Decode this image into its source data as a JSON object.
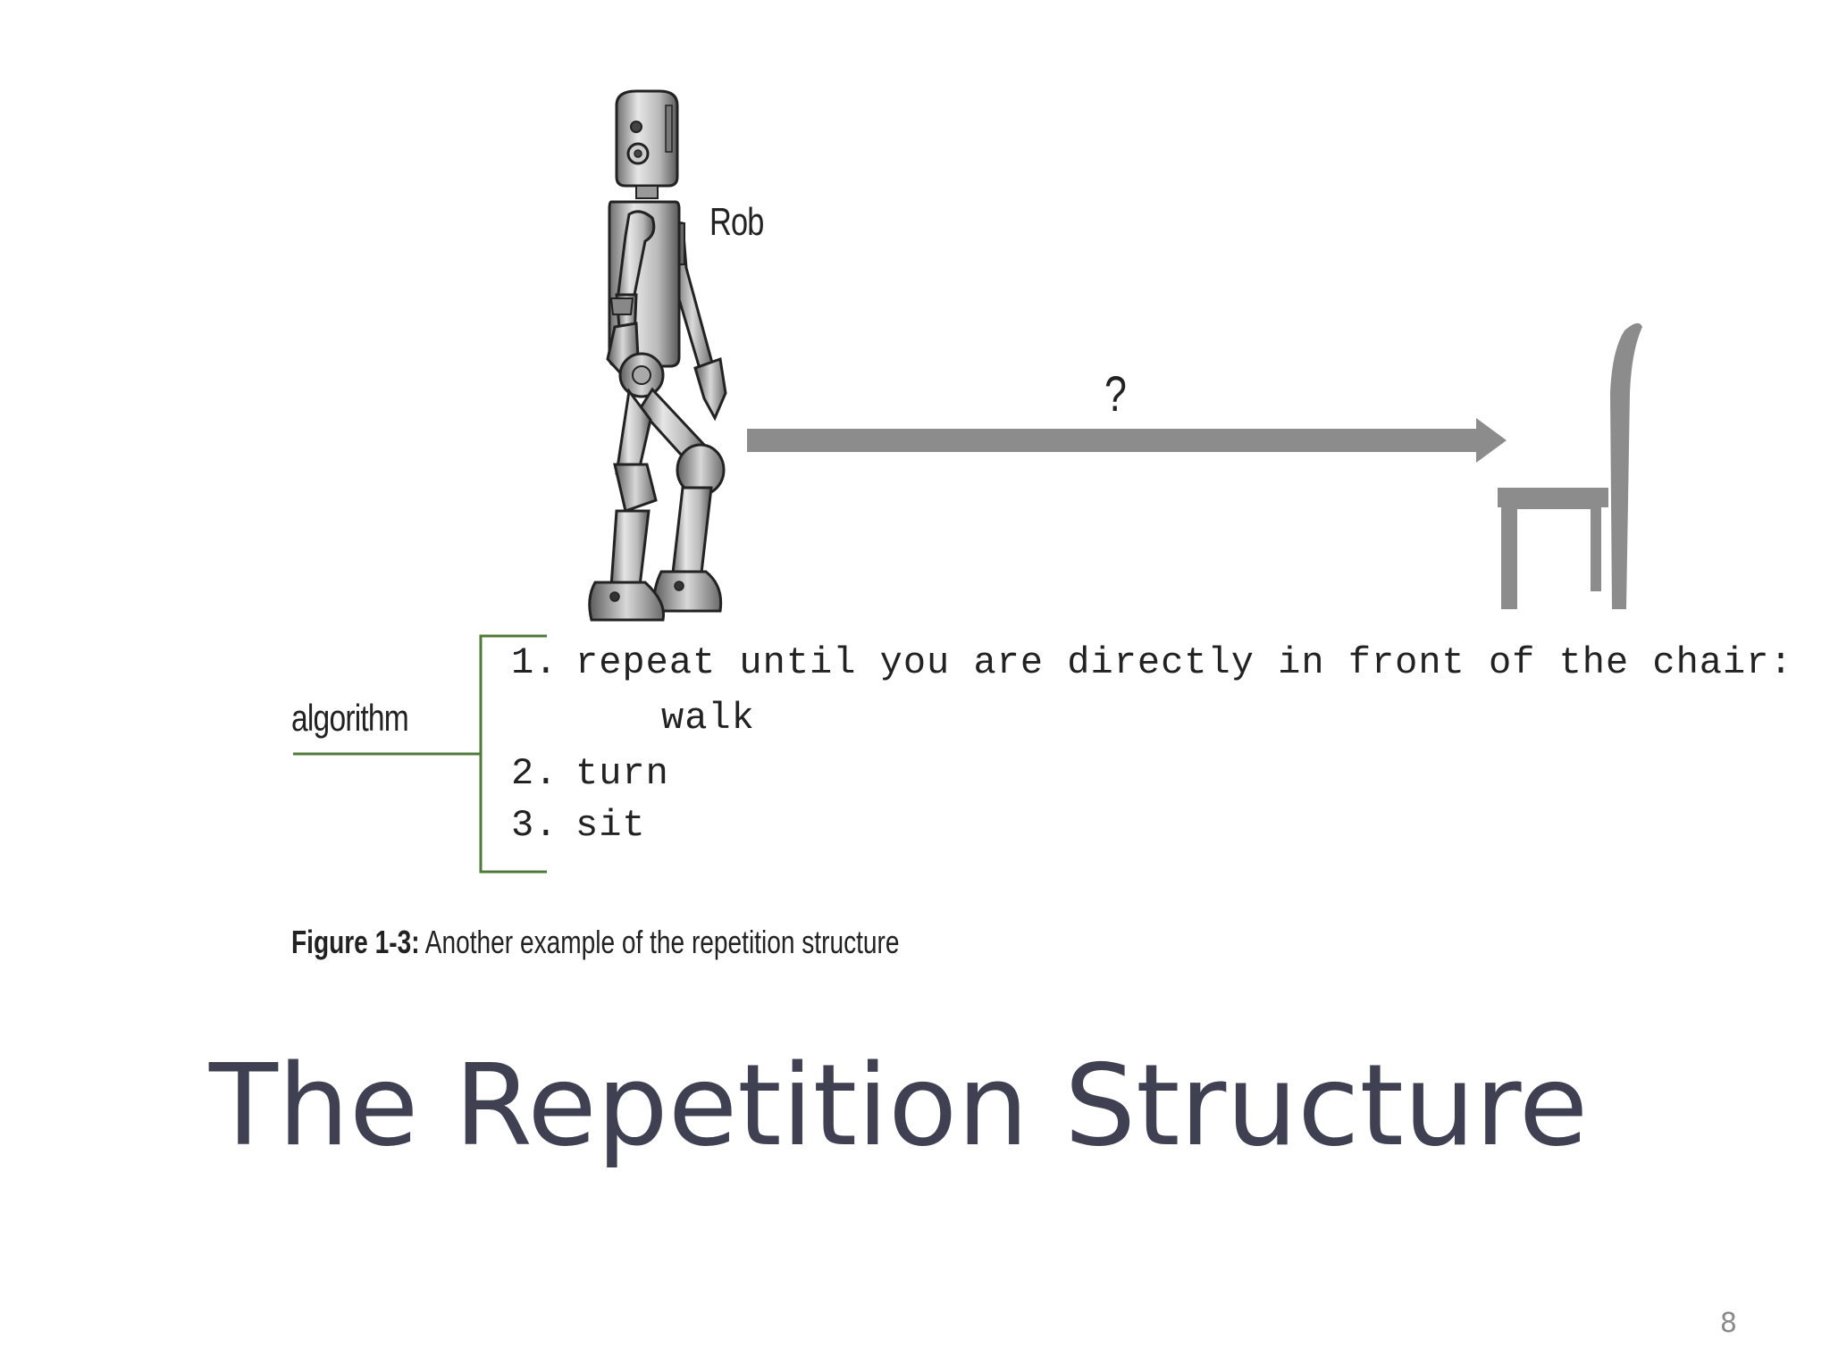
{
  "figure": {
    "robot_label": "Rob",
    "arrow_label": "?",
    "bracket_label": "algorithm",
    "steps": [
      {
        "number": "1.",
        "text": "repeat until you are directly in front of the chair:"
      },
      {
        "number": "",
        "text": "walk"
      },
      {
        "number": "2.",
        "text": "turn"
      },
      {
        "number": "3.",
        "text": "sit"
      }
    ],
    "caption_label": "Figure 1-3:",
    "caption_text": " Another example of the repetition structure"
  },
  "slide": {
    "title": "The Repetition Structure",
    "page_number": "8"
  },
  "colors": {
    "title": "#3f4152",
    "arrow": "#8c8c8c",
    "chair": "#8c8c8c",
    "bracket": "#4f7a3a",
    "page_number": "#8a8a8a"
  },
  "icons": [
    "robot-icon",
    "chair-icon",
    "arrow-icon"
  ]
}
